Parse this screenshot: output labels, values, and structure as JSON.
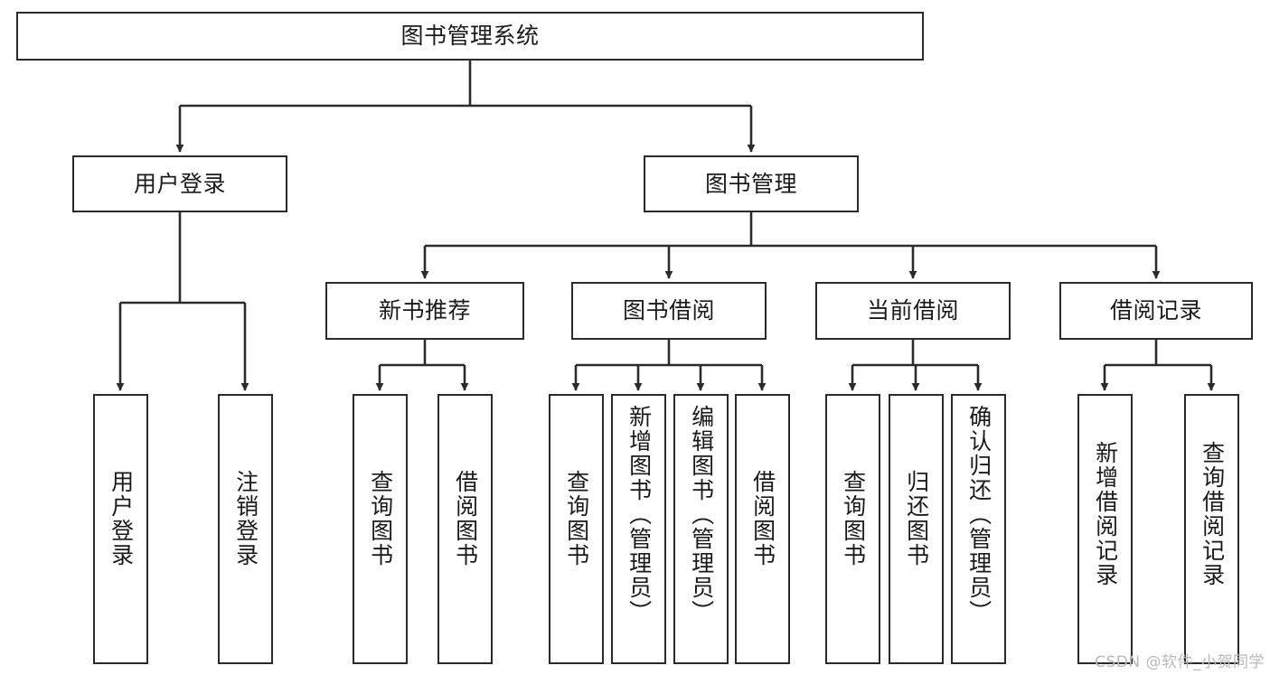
{
  "diagram": {
    "title": "图书管理系统",
    "type": "tree-hierarchy",
    "colors": {
      "stroke": "#2b2b2b",
      "fill": "#ffffff",
      "text": "#1a1a1a",
      "watermark": "#b9b9b9",
      "background": "#ffffff"
    },
    "root": {
      "label": "图书管理系统"
    },
    "level2": [
      {
        "label": "用户登录"
      },
      {
        "label": "图书管理"
      }
    ],
    "level3": [
      {
        "label": "新书推荐"
      },
      {
        "label": "图书借阅"
      },
      {
        "label": "当前借阅"
      },
      {
        "label": "借阅记录"
      }
    ],
    "leaves": {
      "user_login": [
        {
          "label": "用户登录"
        },
        {
          "label": "注销登录"
        }
      ],
      "new_book_recommend": [
        {
          "label": "查询图书"
        },
        {
          "label": "借阅图书"
        }
      ],
      "book_borrow": [
        {
          "label": "查询图书"
        },
        {
          "label": "新增图书（管理员）"
        },
        {
          "label": "编辑图书（管理员）"
        },
        {
          "label": "借阅图书"
        }
      ],
      "current_borrow": [
        {
          "label": "查询图书"
        },
        {
          "label": "归还图书"
        },
        {
          "label": "确认归还（管理员）"
        }
      ],
      "borrow_record": [
        {
          "label": "新增借阅记录"
        },
        {
          "label": "查询借阅记录"
        }
      ]
    },
    "watermark": "CSDN @软件_小贺同学"
  }
}
